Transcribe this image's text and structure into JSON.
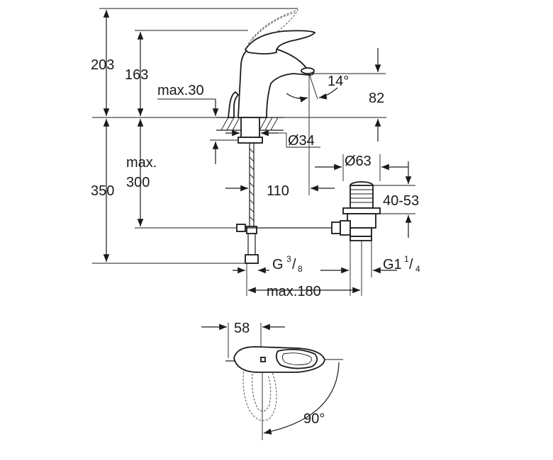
{
  "dimensions": {
    "height_total": "203",
    "height_spout": "163",
    "max_30": "max.30",
    "angle_14": "14°",
    "dim_82": "82",
    "dim_34": "Ø34",
    "dim_63": "Ø63",
    "max_label": "max.",
    "dim_300": "300",
    "dim_350": "350",
    "dim_110": "110",
    "dim_40_53": "40-53",
    "g38_prefix": "G",
    "g38_num": "3",
    "g38_den": "8",
    "g114_prefix": "G1",
    "g114_num": "1",
    "g114_den": "4",
    "max_180": "max.180",
    "dim_58": "58",
    "angle_90": "90°"
  }
}
